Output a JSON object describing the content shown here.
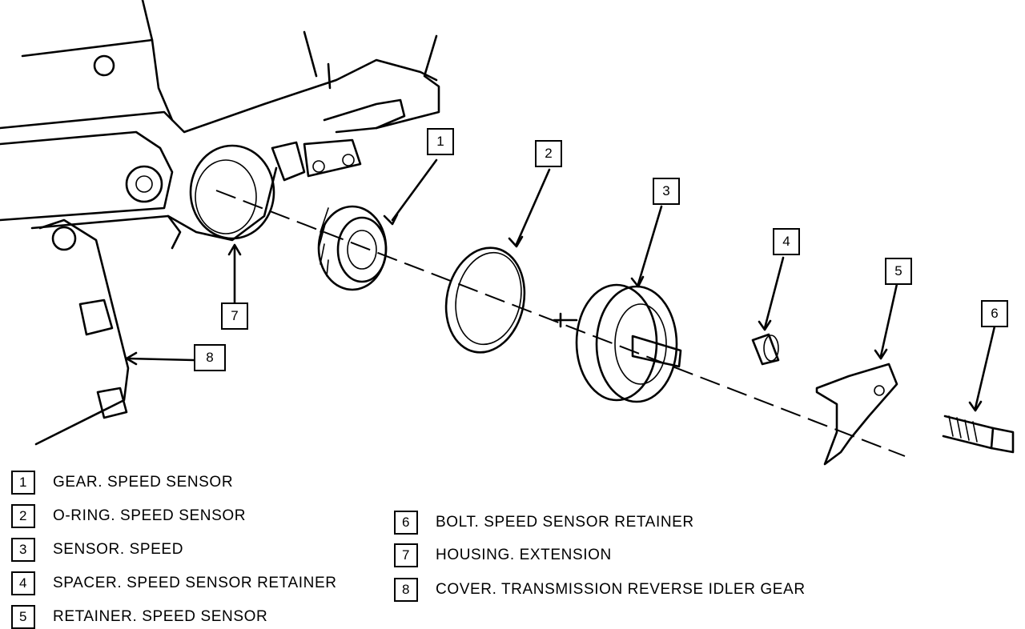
{
  "callouts": [
    "1",
    "2",
    "3",
    "4",
    "5",
    "6",
    "7",
    "8"
  ],
  "legend": [
    {
      "num": "1",
      "text": "GEAR. SPEED SENSOR"
    },
    {
      "num": "2",
      "text": "O-RING. SPEED SENSOR"
    },
    {
      "num": "3",
      "text": "SENSOR. SPEED"
    },
    {
      "num": "4",
      "text": "SPACER. SPEED SENSOR RETAINER"
    },
    {
      "num": "5",
      "text": "RETAINER. SPEED SENSOR"
    },
    {
      "num": "6",
      "text": "BOLT. SPEED SENSOR RETAINER"
    },
    {
      "num": "7",
      "text": "HOUSING. EXTENSION"
    },
    {
      "num": "8",
      "text": "COVER. TRANSMISSION REVERSE IDLER GEAR"
    }
  ]
}
